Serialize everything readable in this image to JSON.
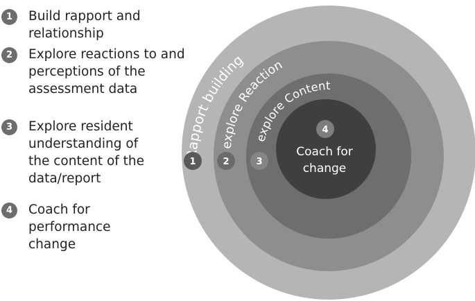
{
  "steps": [
    {
      "number": "1",
      "text": "Build rapport and relationship"
    },
    {
      "number": "2",
      "text": "Explore reactions to and\nperceptions of the\nassessment data"
    },
    {
      "number": "3",
      "text": "Explore resident\nunderstanding of\nthe content of the\ndata/report"
    },
    {
      "number": "4",
      "text": "Coach for\nperformance\nchange"
    }
  ],
  "diagram": {
    "rings": [
      {
        "number": "1",
        "label": "Rapport building",
        "color": "#b5b5b5"
      },
      {
        "number": "2",
        "label": "explore Reactions",
        "color": "#8e8e8e"
      },
      {
        "number": "3",
        "label": "explore Content",
        "color": "#6e6e6e"
      }
    ],
    "center": {
      "number": "4",
      "line1": "Coach for",
      "line2": "change",
      "color": "#3f3f3f"
    },
    "badge_colors": {
      "outer": "#5a5a5a",
      "middle": "#6b6b6b",
      "inner": "#858585",
      "center": "#7e7e7e"
    }
  }
}
